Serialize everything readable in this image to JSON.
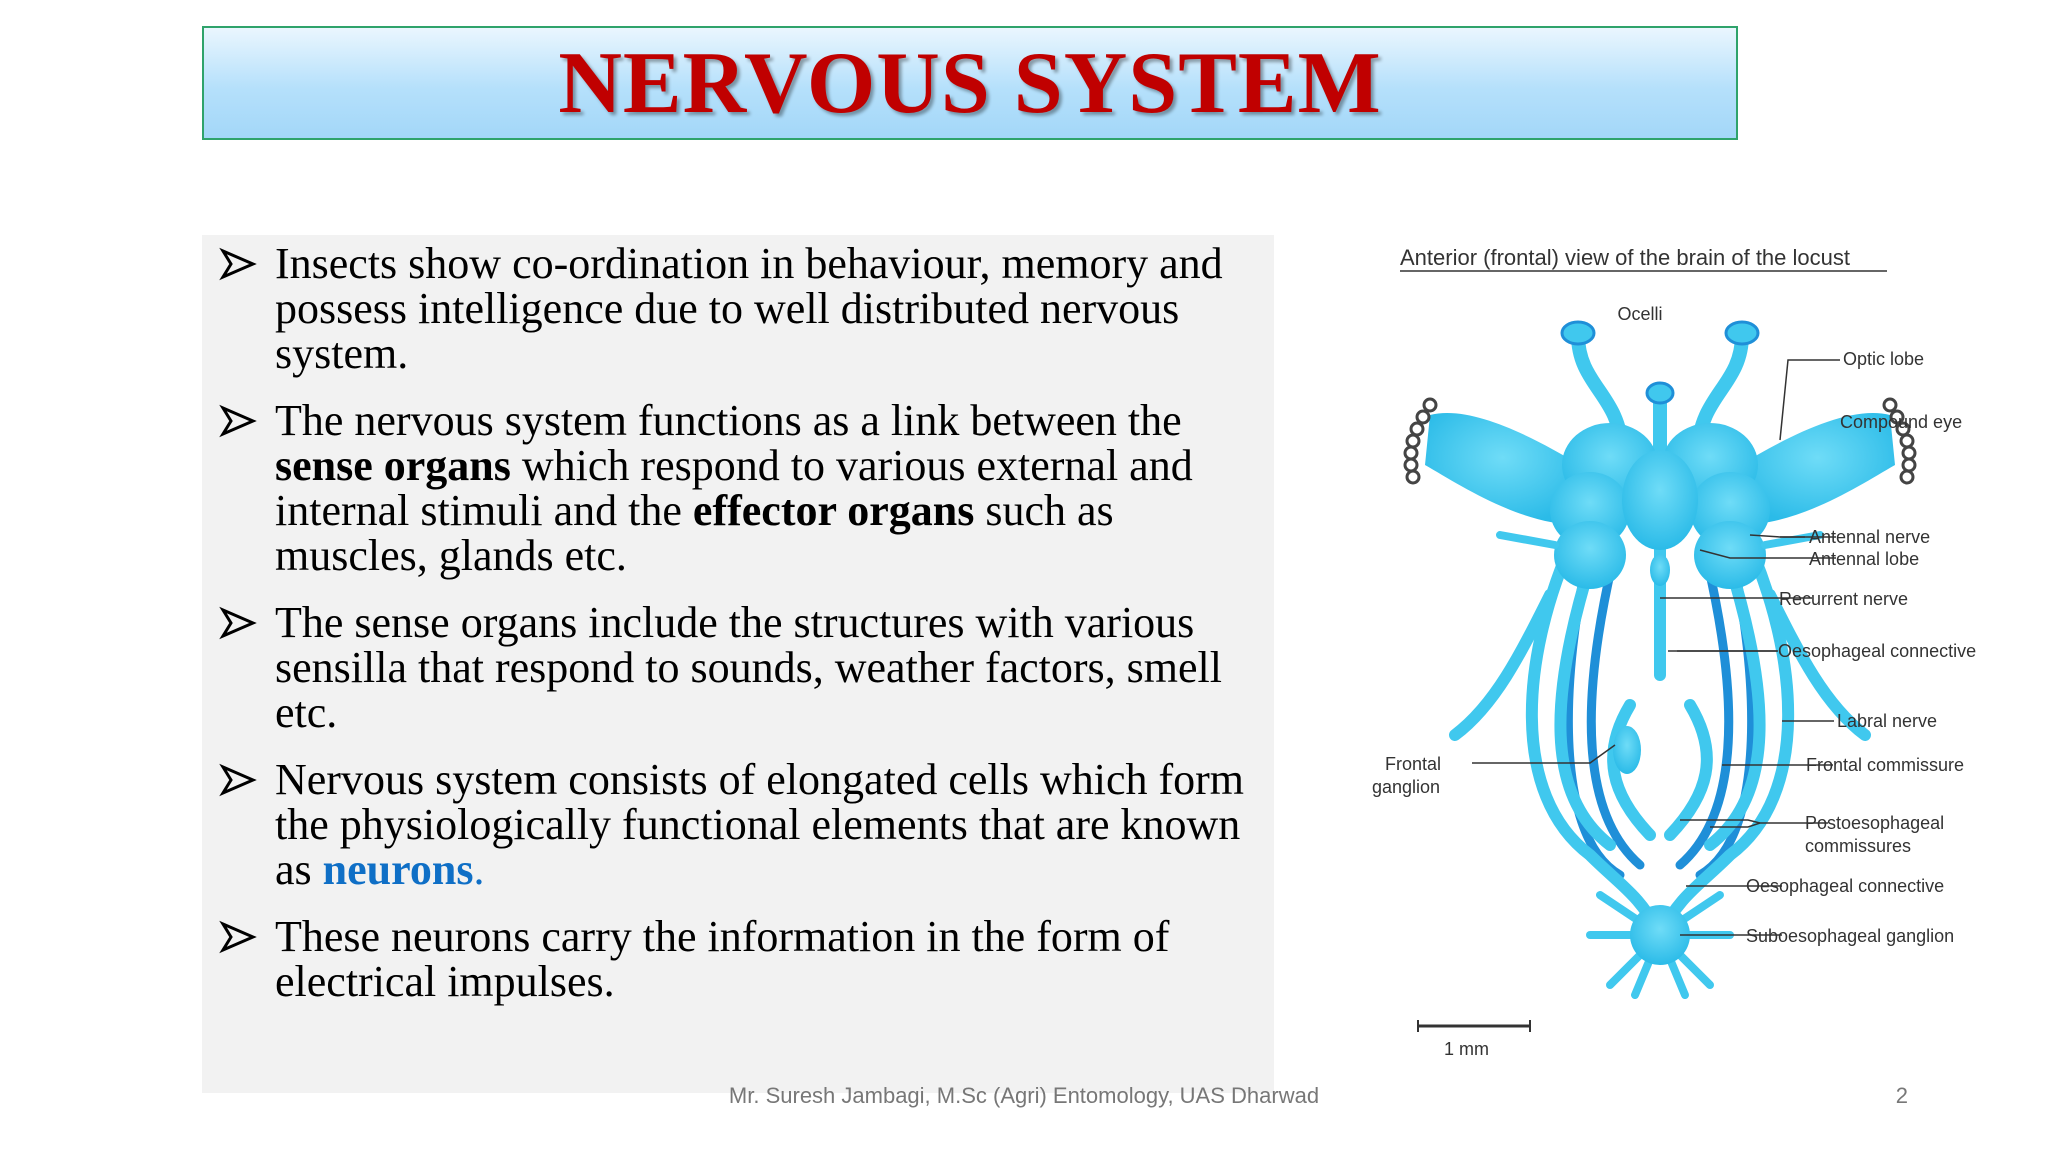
{
  "slide": {
    "title": "NERVOUS SYSTEM",
    "footer": "Mr. Suresh Jambagi, M.Sc (Agri) Entomology, UAS Dharwad",
    "page_number": "2"
  },
  "bullets": {
    "b1": "Insects show co-ordination in behaviour, memory and possess intelligence due to well distributed nervous system.",
    "b2": {
      "t1": " The nervous system functions as a link between the ",
      "bold1": "sense organs",
      "t2": " which respond to various external and internal stimuli and the ",
      "bold2": "effector organs",
      "t3": " such as muscles, glands etc."
    },
    "b3": " The sense organs include the structures with various sensilla that respond to sounds, weather factors, smell etc.",
    "b4": {
      "t1": " Nervous system consists of elongated cells which form the physiologically functional elements that are known as ",
      "highlight": "neurons",
      "t2": "."
    },
    "b5": " These neurons carry the information in the form of electrical impulses."
  },
  "diagram": {
    "title": "Anterior (frontal) view of the brain of the locust",
    "labels": {
      "ocelli": "Ocelli",
      "optic_lobe": "Optic lobe",
      "compound_eye": "Compound eye",
      "antennal_nerve": "Antennal nerve",
      "antennal_lobe": "Antennal lobe",
      "recurrent_nerve": "Recurrent nerve",
      "oesophageal_connective_upper": "Oesophageal connective",
      "labral_nerve": "Labral nerve",
      "frontal_ganglion_line1": "Frontal",
      "frontal_ganglion_line2": "ganglion",
      "frontal_commissure": "Frontal commissure",
      "postoesophageal_line1": "Postoesophageal",
      "postoesophageal_line2": "commissures",
      "oesophageal_connective_lower": "Oesophageal connective",
      "suboesophageal_ganglion": "Suboesophageal ganglion",
      "scale": "1 mm"
    },
    "colors": {
      "tissue": "#40c8ee",
      "tissue_dark": "#1f8fd8"
    }
  }
}
